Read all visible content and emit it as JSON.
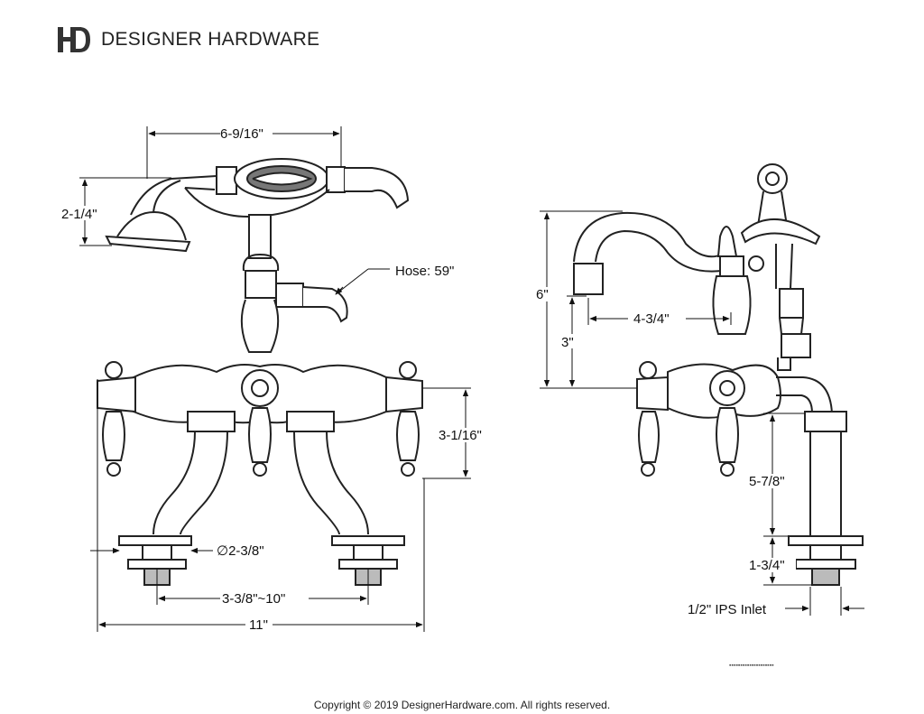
{
  "header": {
    "brand": "DESIGNER HARDWARE"
  },
  "front_view": {
    "width_top": "6-9/16\"",
    "handshower_height": "2-1/4\"",
    "hose": "Hose: 59\"",
    "handle_drop": "3-1/16\"",
    "leg_diameter": "∅2-3/8\"",
    "centers": "3-3/8\"~10\"",
    "overall_width": "11\""
  },
  "side_view": {
    "height": "6\"",
    "spout_height": "3\"",
    "spout_reach": "4-3/4\"",
    "leg_height": "5-7/8\"",
    "base_height": "1-3/4\"",
    "inlet": "1/2\" IPS Inlet"
  },
  "footer": {
    "copyright": "Copyright © 2019 DesignerHardware.com. All rights reserved."
  }
}
